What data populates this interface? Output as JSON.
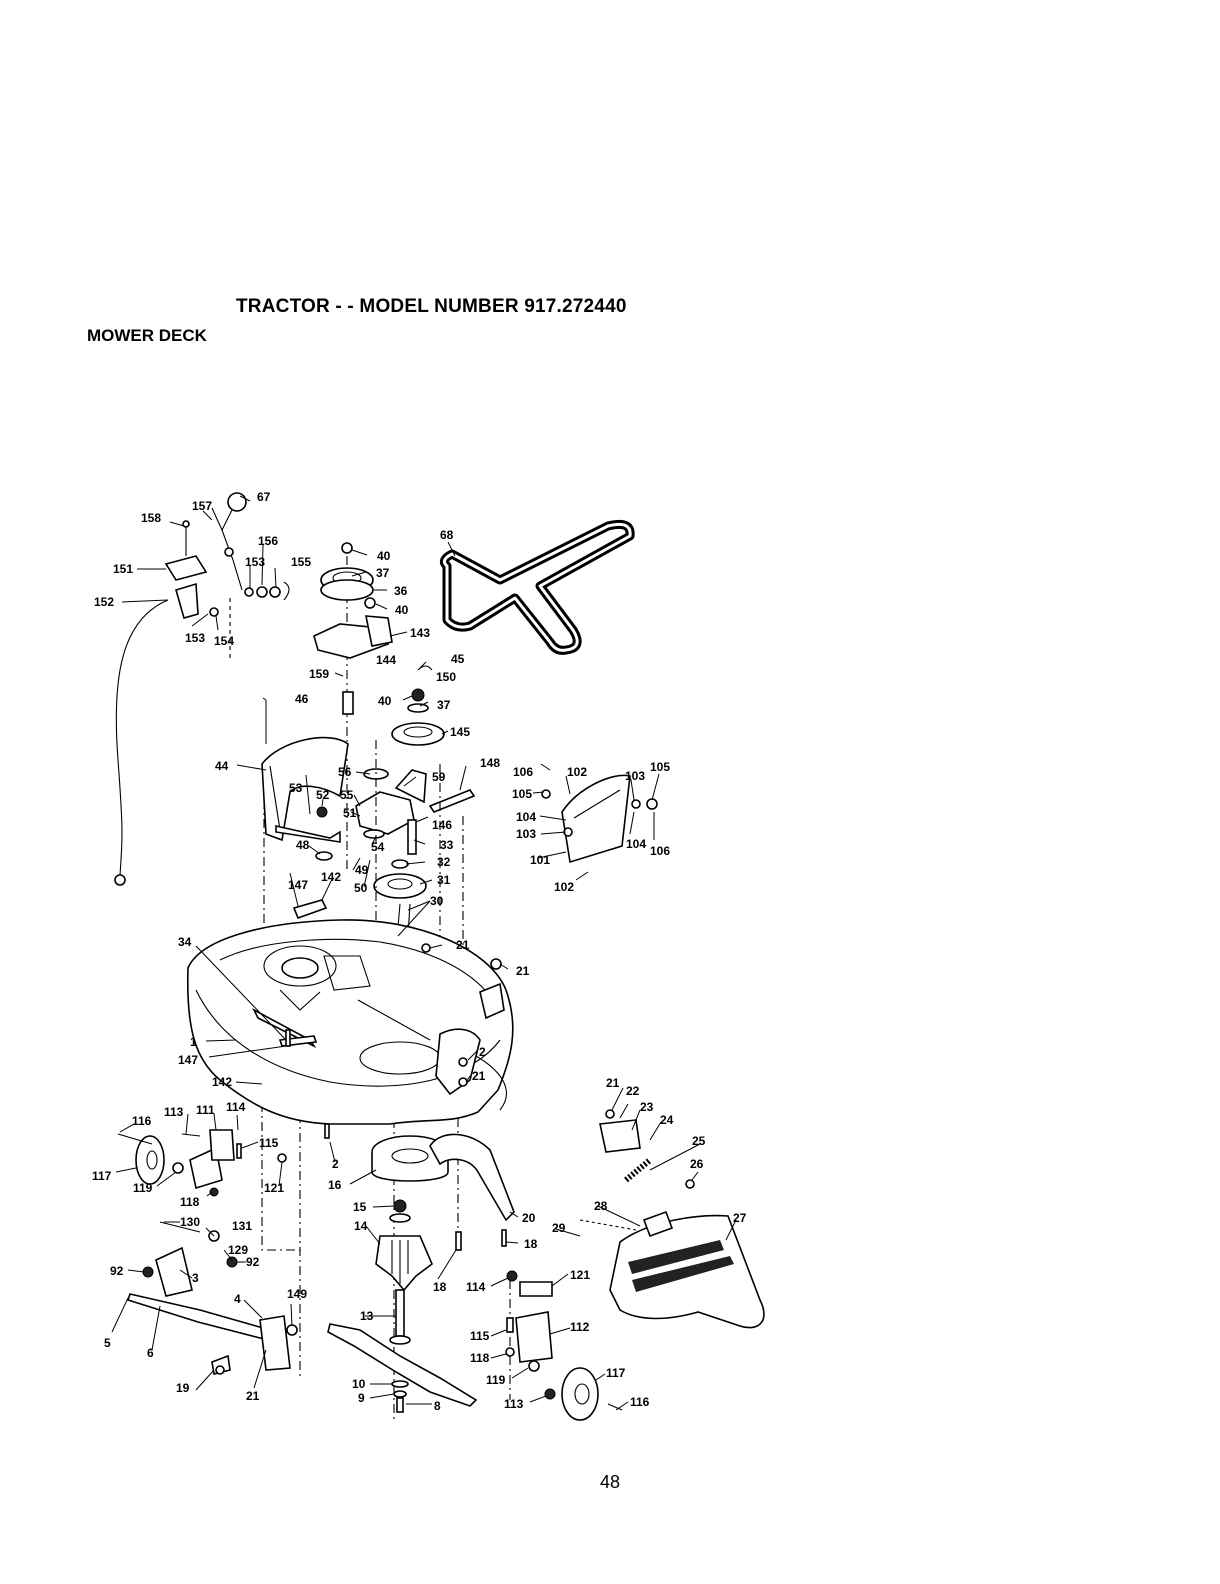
{
  "header": {
    "title": "TRACTOR - - MODEL NUMBER 917.272440",
    "section": "MOWER DECK"
  },
  "page_number": "48",
  "diagram": {
    "callouts": [
      "67",
      "157",
      "158",
      "156",
      "153",
      "155",
      "151",
      "152",
      "153",
      "154",
      "40",
      "37",
      "36",
      "40",
      "143",
      "68",
      "144",
      "45",
      "159",
      "150",
      "40",
      "37",
      "46",
      "145",
      "44",
      "56",
      "59",
      "148",
      "106",
      "105",
      "102",
      "103",
      "105",
      "53",
      "52",
      "55",
      "51",
      "146",
      "104",
      "103",
      "104",
      "106",
      "48",
      "54",
      "33",
      "101",
      "102",
      "32",
      "49",
      "147",
      "142",
      "50",
      "31",
      "30",
      "34",
      "21",
      "21",
      "1",
      "2",
      "147",
      "21",
      "142",
      "21",
      "22",
      "23",
      "113",
      "111",
      "114",
      "116",
      "115",
      "24",
      "25",
      "117",
      "119",
      "121",
      "2",
      "16",
      "26",
      "118",
      "28",
      "27",
      "15",
      "20",
      "130",
      "131",
      "29",
      "14",
      "18",
      "129",
      "92",
      "92",
      "3",
      "18",
      "114",
      "121",
      "4",
      "149",
      "5",
      "6",
      "13",
      "112",
      "115",
      "118",
      "117",
      "119",
      "10",
      "19",
      "21",
      "9",
      "8",
      "113",
      "116"
    ]
  }
}
